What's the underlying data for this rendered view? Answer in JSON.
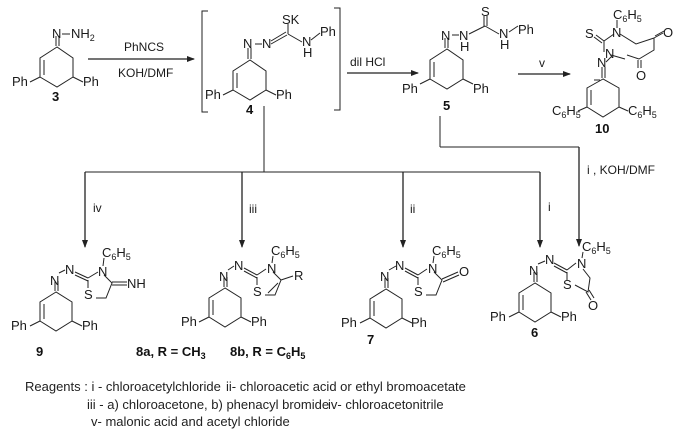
{
  "scheme": {
    "compounds": {
      "c3": {
        "label": "3",
        "substituents": [
          "N",
          "NH2",
          "Ph",
          "Ph"
        ]
      },
      "c4": {
        "label": "4",
        "substituents": [
          "SK",
          "N",
          "N",
          "N",
          "H",
          "Ph",
          "Ph",
          "Ph"
        ]
      },
      "c5": {
        "label": "5",
        "substituents": [
          "S",
          "N",
          "H",
          "N",
          "H",
          "N",
          "H",
          "Ph",
          "Ph",
          "Ph"
        ]
      },
      "c10": {
        "label": "10",
        "substituents": [
          "C6H5",
          "S",
          "N",
          "N",
          "O",
          "O",
          "N",
          "C6H5",
          "C6H5"
        ]
      },
      "c9": {
        "label": "9",
        "substituents": [
          "N",
          "N",
          "C6H5",
          "N",
          "S",
          "NH",
          "Ph",
          "Ph"
        ]
      },
      "c8": {
        "label_a": "8a, R = CH3",
        "label_b": "8b, R = C6H5",
        "substituents": [
          "N",
          "N",
          "C6H5",
          "N",
          "S",
          "R",
          "Ph",
          "Ph"
        ]
      },
      "c7": {
        "label": "7",
        "substituents": [
          "N",
          "N",
          "C6H5",
          "N",
          "S",
          "O",
          "Ph",
          "Ph"
        ]
      },
      "c6": {
        "label": "6",
        "substituents": [
          "N",
          "N",
          "C6H5",
          "N",
          "S",
          "O",
          "Ph",
          "Ph"
        ]
      }
    },
    "arrows": {
      "a1_top": "PhNCS",
      "a1_bottom": "KOH/DMF",
      "a2": "dil HCl",
      "a3": "v",
      "a_iv": "iv",
      "a_iii": "iii",
      "a_ii": "ii",
      "a_i": "i",
      "a_i_koh": "i , KOH/DMF"
    },
    "reagents": {
      "line1_a": "Reagents : i - chloroacetylchloride",
      "line1_b": "ii- chloroacetic acid or ethyl bromoacetate",
      "line2_a": "iii - a) chloroacetone, b) phenacyl bromide",
      "line2_b": "iv- chloroacetonitrile",
      "line3": "v- malonic acid and acetyl chloride"
    }
  }
}
